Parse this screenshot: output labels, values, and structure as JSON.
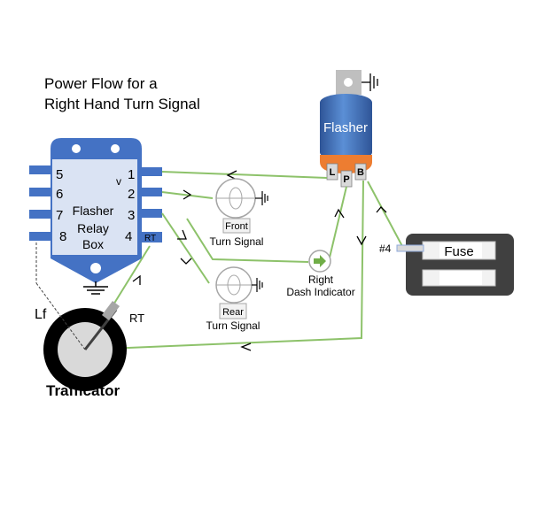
{
  "title": {
    "line1": "Power Flow for a",
    "line2": "Right Hand Turn Signal"
  },
  "flasher": {
    "label": "Flasher",
    "terminal_l": "L",
    "terminal_p": "P",
    "terminal_b": "B"
  },
  "relay_box": {
    "line1": "Flasher",
    "line2": "Relay",
    "line3": "Box",
    "pin1": "1",
    "pin2": "2",
    "pin3": "3",
    "pin4": "4",
    "pin5": "5",
    "pin6": "6",
    "pin7": "7",
    "pin8": "8",
    "pin_rt": "RT",
    "v_mark": "v"
  },
  "front_signal": {
    "lamp": "Front",
    "caption": "Turn Signal"
  },
  "rear_signal": {
    "lamp": "Rear",
    "caption": "Turn Signal"
  },
  "dash_indicator": {
    "line1": "Right",
    "line2": "Dash Indicator"
  },
  "fuse": {
    "label": "Fuse",
    "terminal": "#4"
  },
  "trafficator": {
    "label": "Trafficator",
    "lf": "Lf",
    "rt": "RT"
  },
  "colors": {
    "wire": "#8dc26a",
    "box": "#4472c4",
    "box_dark": "#2f5597",
    "flasher_base": "#ed7d31",
    "fuse_body": "#404040",
    "lamp_border": "#a6a6a6"
  }
}
